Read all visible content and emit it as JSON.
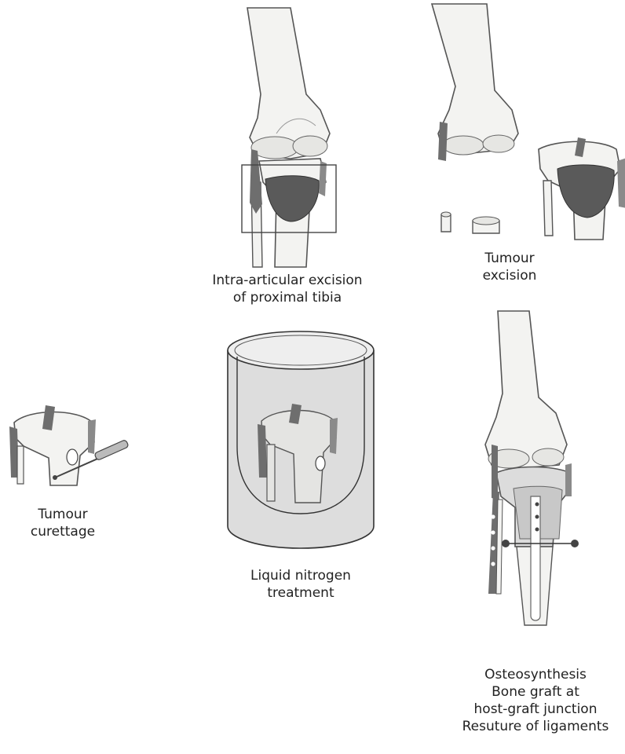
{
  "figure": {
    "palette": {
      "bone_fill": "#f3f3f1",
      "cartilage_fill": "#e6e6e3",
      "outline": "#555555",
      "tumour_fill": "#5a5a5a",
      "ligament_fill": "#6e6e6e",
      "container_fill": "#dddddd",
      "container_stroke": "#333333"
    },
    "steps": [
      {
        "id": "excision",
        "caption_lines": [
          "Intra-articular excision",
          "of proximal tibia"
        ]
      },
      {
        "id": "tumour_excision",
        "caption_lines": [
          "Tumour",
          "excision"
        ]
      },
      {
        "id": "curettage",
        "caption_lines": [
          "Tumour",
          "curettage"
        ]
      },
      {
        "id": "nitrogen",
        "caption_lines": [
          "Liquid nitrogen",
          "treatment"
        ]
      },
      {
        "id": "osteosynthesis",
        "caption_lines": [
          "Osteosynthesis",
          "Bone graft at",
          "host-graft junction",
          "Resuture of ligaments"
        ]
      }
    ]
  }
}
